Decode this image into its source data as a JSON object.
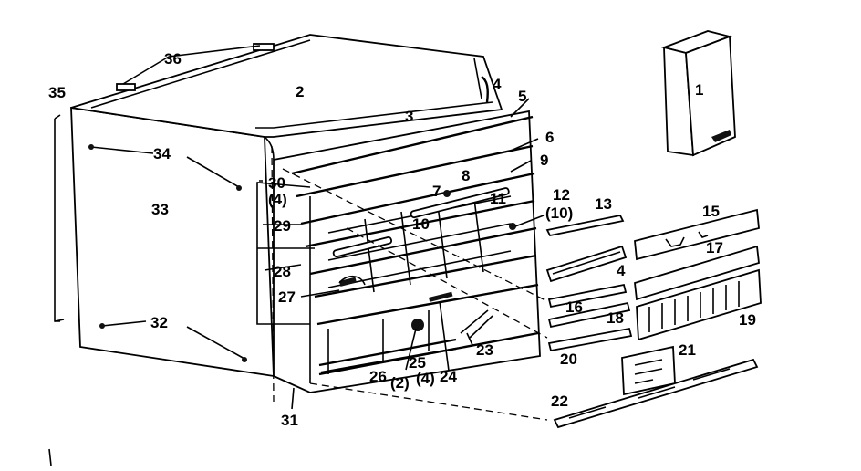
{
  "diagram": {
    "title": "",
    "callouts": [
      "1",
      "2",
      "3",
      "4",
      "4",
      "5",
      "6",
      "7",
      "8",
      "9",
      "10",
      "11",
      "12",
      "(10)",
      "13",
      "15",
      "16",
      "17",
      "18",
      "19",
      "20",
      "21",
      "22",
      "23",
      "24",
      "25",
      "(4)",
      "26",
      "(2)",
      "27",
      "28",
      "29",
      "30",
      "(4)",
      "31",
      "32",
      "33",
      "34",
      "35",
      "36"
    ],
    "colors": {
      "ink": "#000000",
      "paper": "#ffffff"
    }
  }
}
